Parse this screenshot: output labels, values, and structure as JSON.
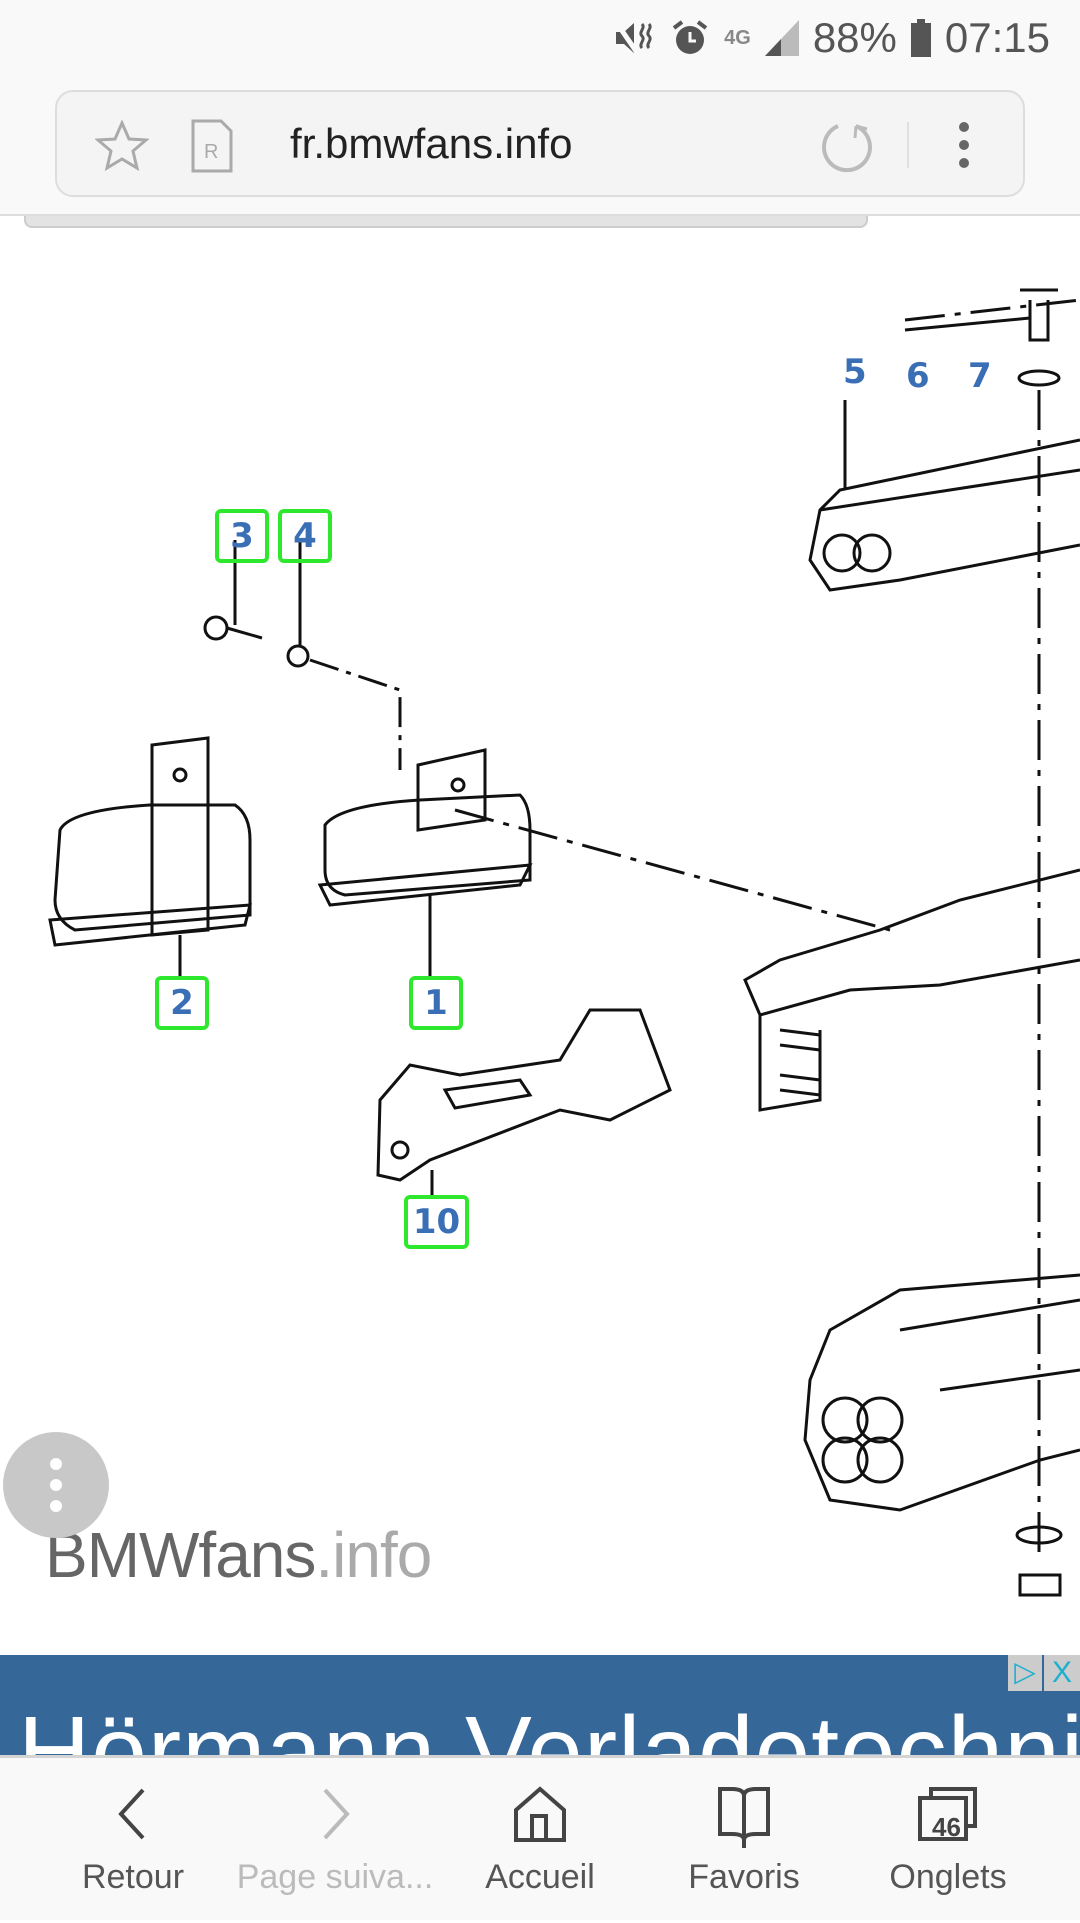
{
  "status": {
    "signal_type": "4G",
    "battery": "88%",
    "time": "07:15"
  },
  "browser": {
    "url": "fr.bmwfans.info"
  },
  "diagram": {
    "plain_labels": [
      "5",
      "6",
      "7"
    ],
    "boxed_labels": [
      "3",
      "4",
      "2",
      "1",
      "10"
    ],
    "watermark": {
      "brand": "BMWfans",
      "suffix": ".info"
    }
  },
  "ad": {
    "text": "Hörmann Verladetechnik",
    "choices_icon": "ad-choices-icon",
    "close": "X"
  },
  "nav": [
    {
      "label": "Retour",
      "icon": "back-icon",
      "enabled": true
    },
    {
      "label": "Page suiva...",
      "icon": "forward-icon",
      "enabled": false
    },
    {
      "label": "Accueil",
      "icon": "home-icon",
      "enabled": true
    },
    {
      "label": "Favoris",
      "icon": "bookmarks-icon",
      "enabled": true
    },
    {
      "label": "Onglets",
      "icon": "tabs-icon",
      "enabled": true,
      "count": "46"
    }
  ],
  "colors": {
    "label_blue": "#3a6fb5",
    "highlight_green": "#2ee82e",
    "ad_bg": "#356899"
  }
}
